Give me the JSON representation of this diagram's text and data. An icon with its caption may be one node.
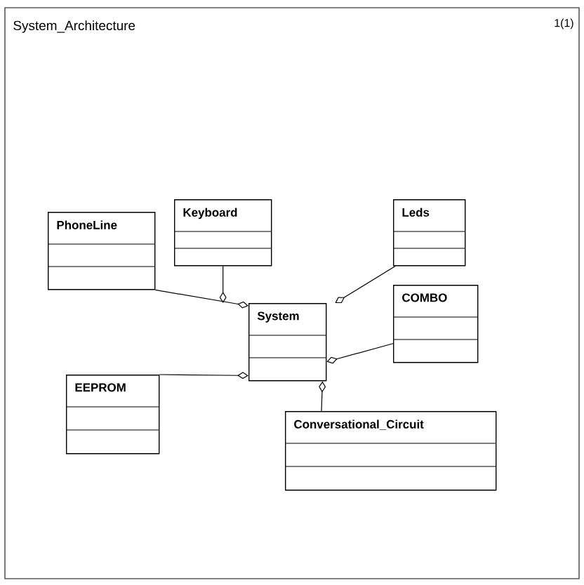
{
  "diagram": {
    "title": "System_Architecture",
    "nodes": [
      {
        "text": [
          "Keyboard"
        ]
      },
      {
        "text": [
          "Leds"
        ]
      },
      {
        "text": [
          "PhoneLine"
        ]
      },
      {
        "text": [
          "System"
        ]
      },
      {
        "text": [
          "COMBO"
        ]
      },
      {
        "text": [
          "EEPROM"
        ]
      },
      {
        "text": [
          "Conversational_Circuit"
        ]
      }
    ],
    "edges": [
      {
        "from": 0,
        "to": 3,
        "arrow": "other"
      },
      {
        "from": 1,
        "to": 3,
        "arrow": "other"
      },
      {
        "from": 2,
        "to": 3,
        "arrow": "other"
      },
      {
        "from": 4,
        "to": 3,
        "arrow": "other"
      },
      {
        "from": 5,
        "to": 3,
        "arrow": "other"
      },
      {
        "from": 6,
        "to": 3,
        "arrow": "other"
      }
    ],
    "labels": [
      "1(1)"
    ]
  }
}
